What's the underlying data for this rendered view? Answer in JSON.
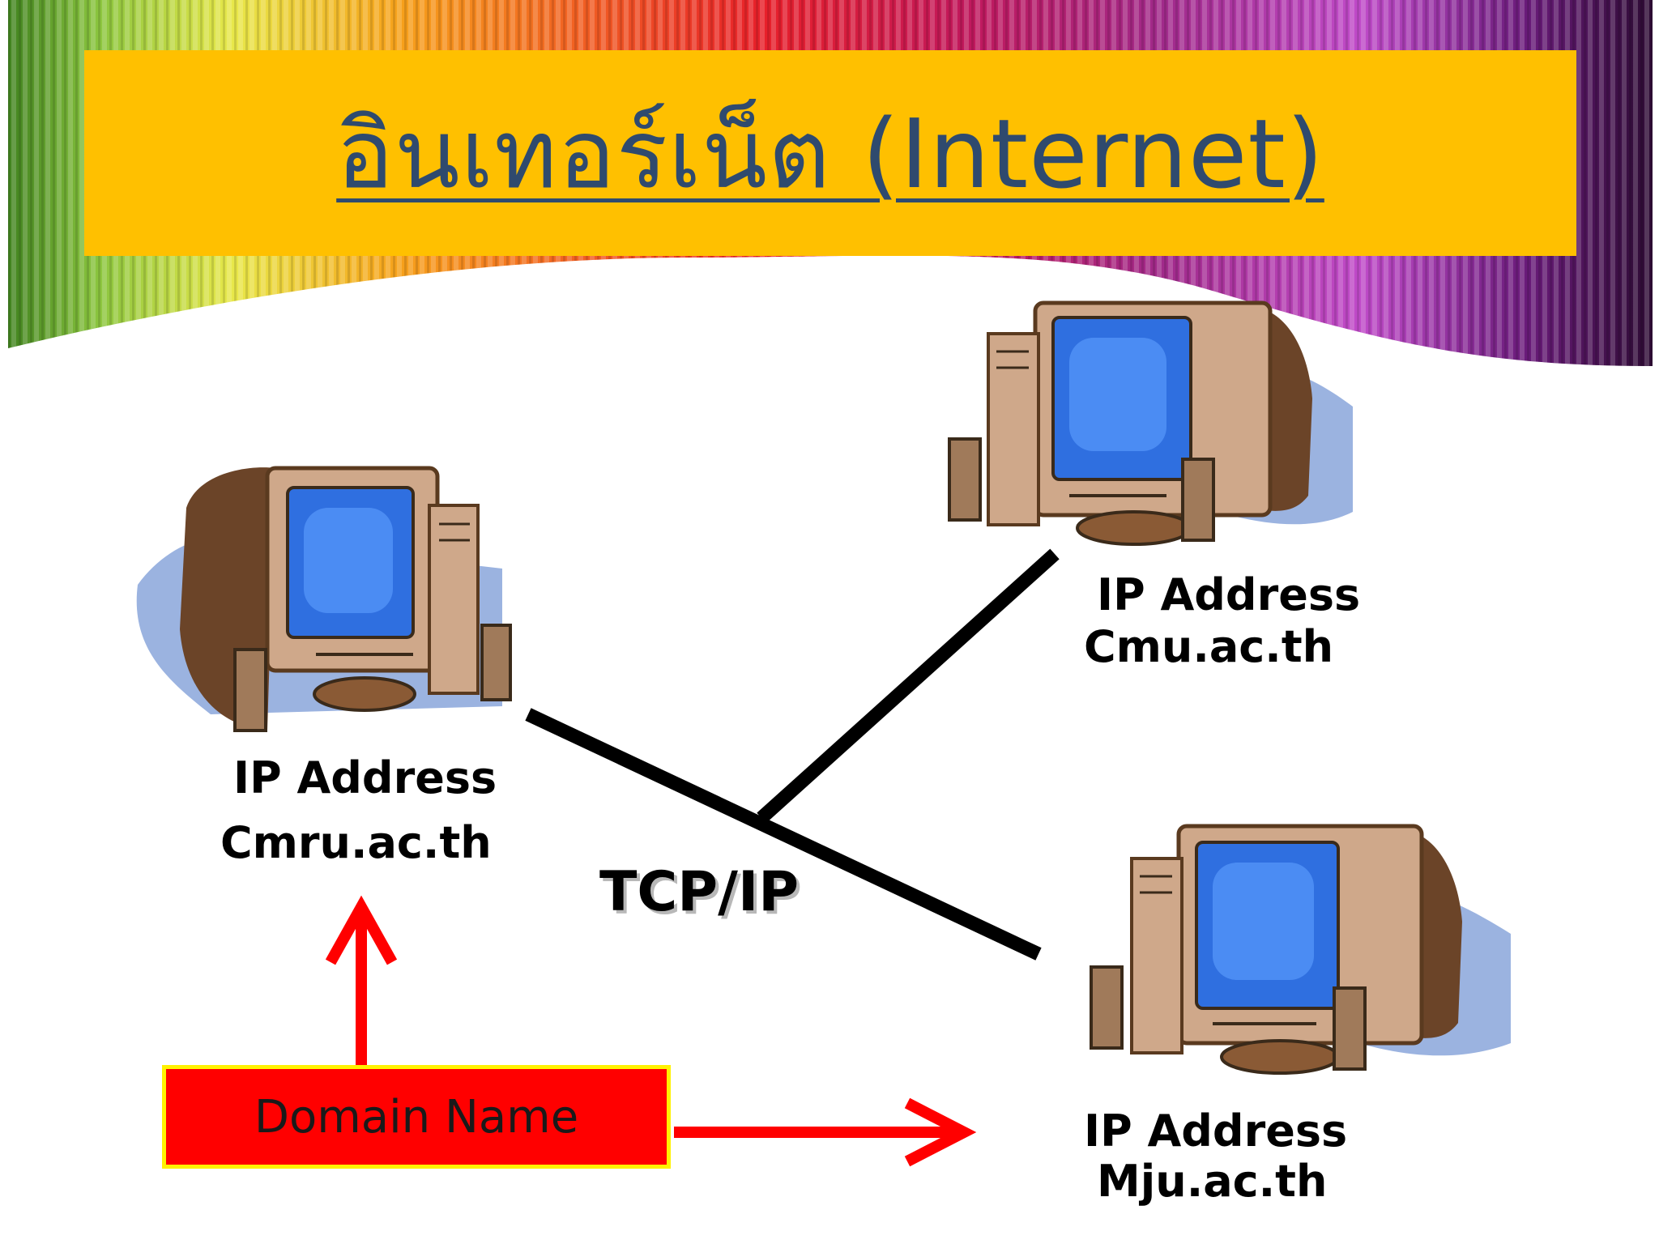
{
  "title": "อินเทอร์เน็ต (Internet)",
  "nodes": [
    {
      "id": "left",
      "line1": "IP Address",
      "line2": "Cmru.ac.th"
    },
    {
      "id": "top-right",
      "line1": "IP Address",
      "line2": "Cmu.ac.th"
    },
    {
      "id": "bottom-right",
      "line1": "IP Address",
      "line2": "Mju.ac.th"
    }
  ],
  "protocol_label": "TCP/IP",
  "domain_box_label": "Domain Name",
  "colors": {
    "title_band": "#FFC000",
    "title_text": "#2F4A6E",
    "arrow": "#FF0000",
    "domain_box": "#FF0000",
    "domain_border": "#FFF200",
    "network_line": "#000000"
  }
}
